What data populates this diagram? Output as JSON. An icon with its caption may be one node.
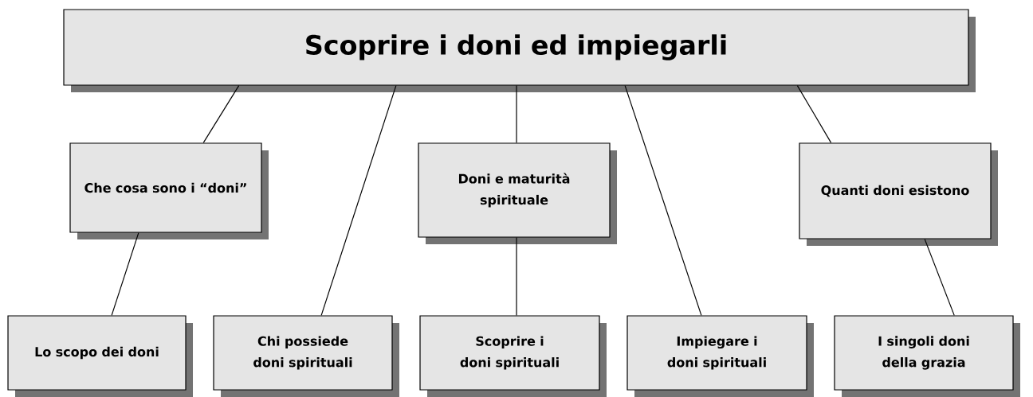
{
  "diagram": {
    "nodes": [
      {
        "text": [
          "Scoprire i doni ed impiegarli"
        ]
      },
      {
        "text": [
          "Che cosa sono i “doni”"
        ]
      },
      {
        "text": [
          "Doni e maturità spirituale"
        ]
      },
      {
        "text": [
          "Quanti doni esistono"
        ]
      },
      {
        "text": [
          "Lo scopo dei doni"
        ]
      },
      {
        "text": [
          "Chi possiede doni spirituali"
        ]
      },
      {
        "text": [
          "Scoprire i doni spirituali"
        ]
      },
      {
        "text": [
          "Impiegare i doni spirituali"
        ]
      },
      {
        "text": [
          "I singoli doni della grazia"
        ]
      }
    ],
    "edges": [
      {
        "from": 0,
        "to": 1,
        "arrow": "none"
      },
      {
        "from": 0,
        "to": 5,
        "arrow": "none"
      },
      {
        "from": 0,
        "to": 2,
        "arrow": "none"
      },
      {
        "from": 0,
        "to": 7,
        "arrow": "none"
      },
      {
        "from": 0,
        "to": 3,
        "arrow": "none"
      },
      {
        "from": 1,
        "to": 4,
        "arrow": "none"
      },
      {
        "from": 2,
        "to": 6,
        "arrow": "none"
      },
      {
        "from": 3,
        "to": 8,
        "arrow": "none"
      }
    ]
  }
}
